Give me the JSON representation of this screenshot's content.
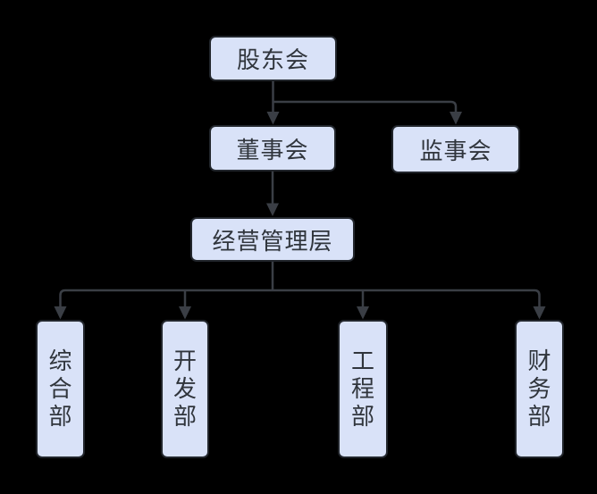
{
  "diagram": {
    "type": "org-chart",
    "colors": {
      "background": "#000000",
      "node_fill": "#d9e2f8",
      "node_border": "#22262c",
      "edge": "#3a3e45",
      "text": "#30353c"
    },
    "nodes": [
      {
        "id": "shareholders-meeting",
        "label": "股东会"
      },
      {
        "id": "board-of-directors",
        "label": "董事会"
      },
      {
        "id": "supervisory-board",
        "label": "监事会"
      },
      {
        "id": "management-team",
        "label": "经营管理层"
      },
      {
        "id": "general-affairs-dept",
        "label": "综合部"
      },
      {
        "id": "development-dept",
        "label": "开发部"
      },
      {
        "id": "engineering-dept",
        "label": "工程部"
      },
      {
        "id": "finance-dept",
        "label": "财务部"
      }
    ],
    "edges": [
      {
        "from": "股东会",
        "to": "董事会"
      },
      {
        "from": "股东会",
        "to": "监事会"
      },
      {
        "from": "董事会",
        "to": "经营管理层"
      },
      {
        "from": "经营管理层",
        "to": "综合部"
      },
      {
        "from": "经营管理层",
        "to": "开发部"
      },
      {
        "from": "经营管理层",
        "to": "工程部"
      },
      {
        "from": "经营管理层",
        "to": "财务部"
      }
    ]
  }
}
